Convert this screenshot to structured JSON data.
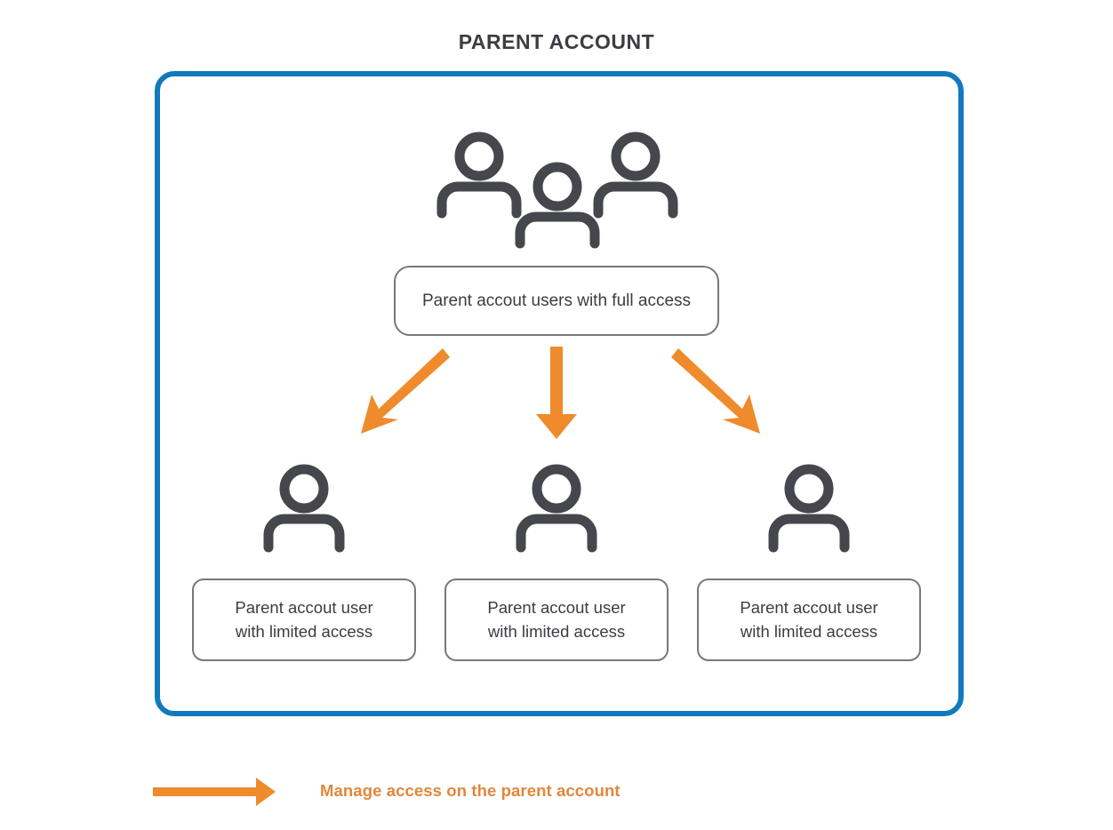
{
  "title": "PARENT ACCOUNT",
  "colors": {
    "container_border": "#1179be",
    "arrow": "#ef8b2c",
    "legend_text": "#e2873a",
    "icon": "#46474d",
    "box_border": "#77787d",
    "text": "#3b3d42"
  },
  "diagram": {
    "top_node": {
      "icon": "group-of-users-icon",
      "label": "Parent accout users with full access"
    },
    "connectors": [
      {
        "name": "arrow-down-left-icon",
        "direction": "down-left"
      },
      {
        "name": "arrow-down-icon",
        "direction": "down"
      },
      {
        "name": "arrow-down-right-icon",
        "direction": "down-right"
      }
    ],
    "child_nodes": [
      {
        "icon": "person-icon",
        "label": "Parent accout user\nwith limited access"
      },
      {
        "icon": "person-icon",
        "label": "Parent accout user\nwith limited access"
      },
      {
        "icon": "person-icon",
        "label": "Parent accout user\nwith limited access"
      }
    ]
  },
  "legend": {
    "arrow_icon": "arrow-right-icon",
    "label": "Manage access on the parent account"
  }
}
